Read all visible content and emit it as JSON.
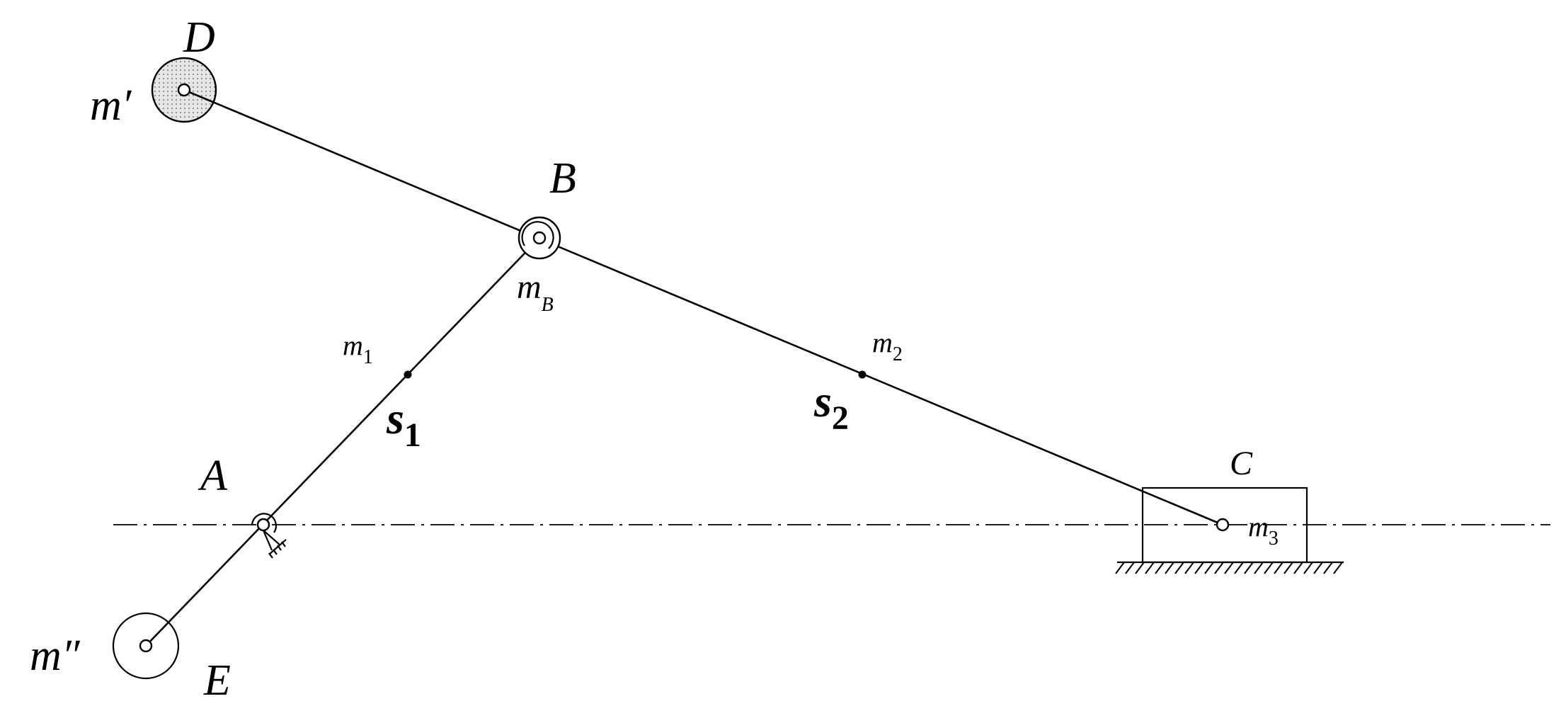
{
  "labels": {
    "D": "D",
    "m_prime": "m′",
    "B": "B",
    "m_B_base": "m",
    "m_B_sub": "B",
    "m_1_base": "m",
    "m_1_sub": "1",
    "s_1_base": "s",
    "s_1_sub": "1",
    "m_2_base": "m",
    "m_2_sub": "2",
    "s_2_base": "s",
    "s_2_sub": "2",
    "A": "A",
    "C": "C",
    "m_3_base": "m",
    "m_3_sub": "3",
    "m_double_prime": "m″",
    "E": "E"
  },
  "colors": {
    "line": "#000000",
    "mass_fill_D": "#d9d9d9",
    "background": "#ffffff"
  }
}
